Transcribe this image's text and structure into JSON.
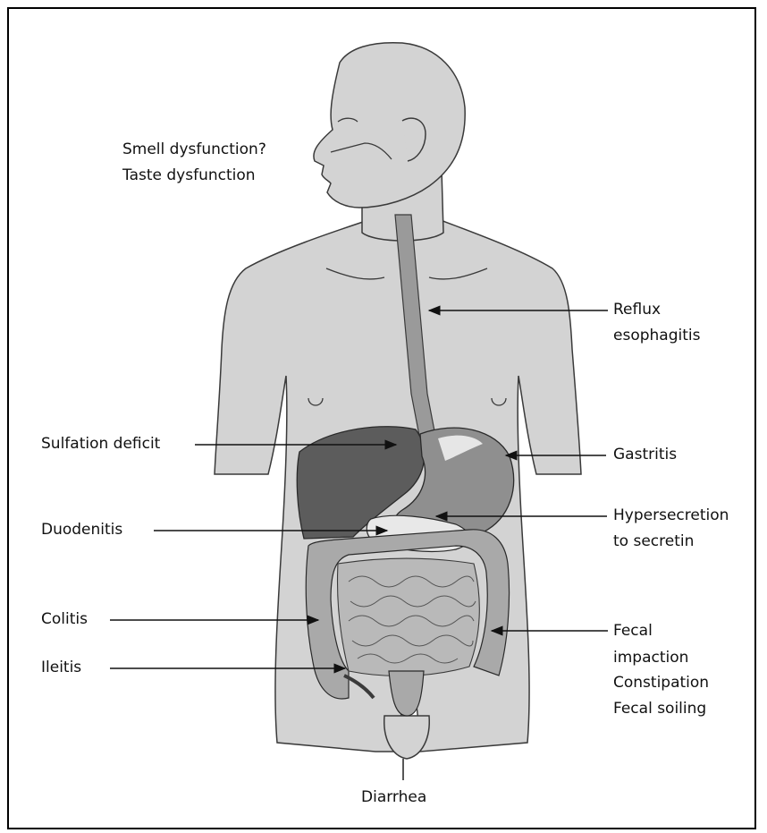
{
  "labels": {
    "smell": "Smell dysfunction?",
    "taste": "Taste dysfunction",
    "reflux_1": "Reflux",
    "reflux_2": "esophagitis",
    "sulfation": "Sulfation deficit",
    "gastritis": "Gastritis",
    "duodenitis": "Duodenitis",
    "hyper_1": "Hypersecretion",
    "hyper_2": "to secretin",
    "colitis": "Colitis",
    "ileitis": "Ileitis",
    "fecal_1": "Fecal",
    "fecal_2": "impaction",
    "fecal_3": "Constipation",
    "fecal_4": "Fecal soiling",
    "diarrhea": "Diarrhea"
  },
  "icons": {
    "body": "human-torso-outline-icon",
    "organs": "digestive-system-icon"
  },
  "colors": {
    "skin": "#d3d3d3",
    "outline": "#3a3a3a",
    "liver": "#5c5c5c",
    "stomach": "#8f8f8f",
    "intestine": "#a9a9a9",
    "esophagus": "#9a9a9a"
  }
}
